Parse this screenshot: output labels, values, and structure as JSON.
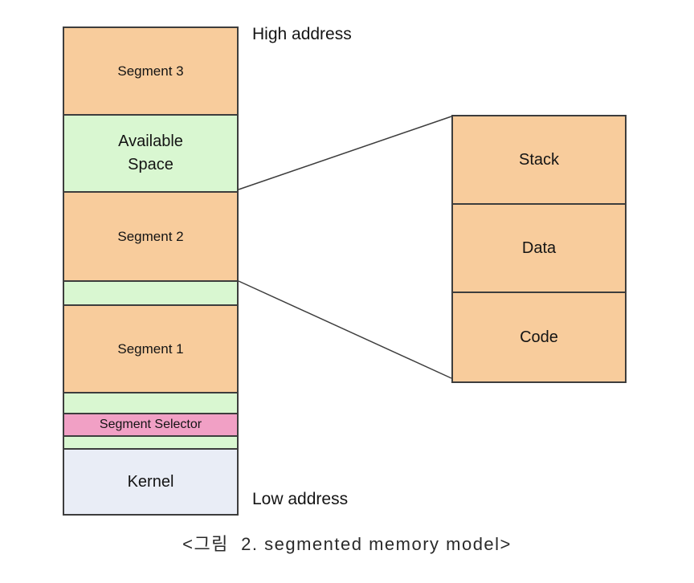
{
  "figure": {
    "high_address_label": "High address",
    "low_address_label": "Low address",
    "caption": "<그림  2. segmented memory model>"
  },
  "memory_stack": {
    "segments": [
      {
        "name": "segment-3",
        "label": "Segment 3",
        "fill": "#f8cc9c"
      },
      {
        "name": "available-space",
        "label": "Available\nSpace",
        "fill": "#d9f7d1"
      },
      {
        "name": "segment-2",
        "label": "Segment 2",
        "fill": "#f8cc9c"
      },
      {
        "name": "free-strip-upper",
        "label": "",
        "fill": "#d9f7d1"
      },
      {
        "name": "segment-1",
        "label": "Segment 1",
        "fill": "#f8cc9c"
      },
      {
        "name": "free-strip-mid",
        "label": "",
        "fill": "#d9f7d1"
      },
      {
        "name": "segment-selector",
        "label": "Segment Selector",
        "fill": "#f1a0c5"
      },
      {
        "name": "free-strip-lower",
        "label": "",
        "fill": "#d9f7d1"
      },
      {
        "name": "kernel",
        "label": "Kernel",
        "fill": "#e9edf6"
      }
    ]
  },
  "segment_detail": {
    "rows": [
      {
        "label": "Stack"
      },
      {
        "label": "Data"
      },
      {
        "label": "Code"
      }
    ],
    "fill": "#f8cc9c"
  },
  "colors": {
    "segment_fill": "#f8cc9c",
    "available_fill": "#d9f7d1",
    "selector_fill": "#f1a0c5",
    "kernel_fill": "#e9edf6",
    "border": "#3d3d3d",
    "background": "#ffffff"
  }
}
